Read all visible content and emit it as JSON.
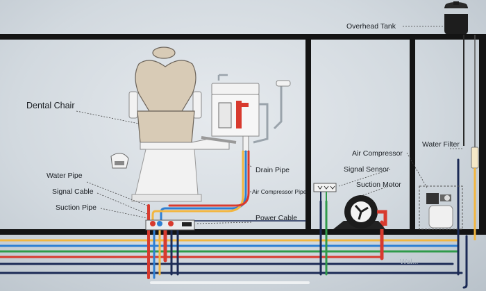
{
  "labels": {
    "overhead_tank": "Overhead Tank",
    "dental_chair": "Dental Chair",
    "water_pipe": "Water Pipe",
    "signal_cable": "Signal Cable",
    "suction_pipe": "Suction Pipe",
    "drain_pipe": "Drain Pipe",
    "air_compressor_pipe": "Air Compressor Pipe",
    "power_cable": "Power Cable",
    "air_compressor": "Air Compressor",
    "signal_sensor": "Signal Sensor",
    "suction_motor": "Suction Motor",
    "water_filter": "Water Filter",
    "wall": "Wal..."
  },
  "colors": {
    "wall": "#1a1a1a",
    "water_pipe": "#f2b640",
    "air_pipe": "#2d7fd3",
    "suction_pipe": "#d83a2e",
    "signal_cable": "#2f9a4a",
    "power_cable": "#1b2a55",
    "chair_beige": "#d8cbb6",
    "chair_white": "#f2f2f2"
  }
}
